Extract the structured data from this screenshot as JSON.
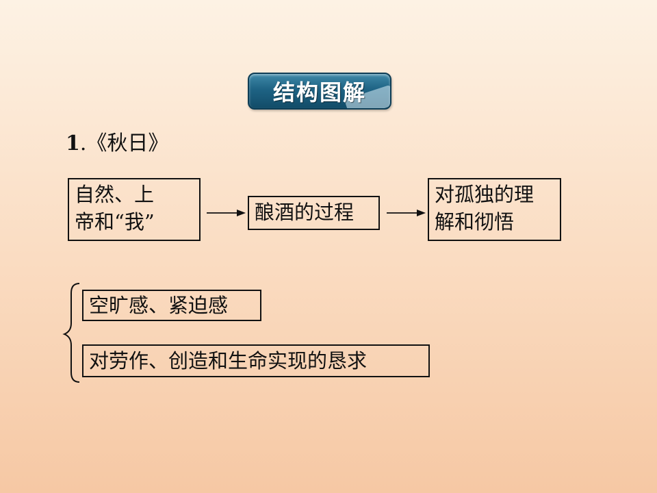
{
  "header": {
    "badge_text": "结构图解"
  },
  "section": {
    "number": "1",
    "separator": ".",
    "title": "《秋日》"
  },
  "flow": {
    "box_a": {
      "line1": "自然、上",
      "line2": "帝和“我”"
    },
    "box_b": {
      "text": "酿酒的过程"
    },
    "box_c": {
      "line1": "对孤独的理",
      "line2": "解和彻悟"
    }
  },
  "brace_group": {
    "item1": "空旷感、紧迫感",
    "item2": "对劳作、创造和生命实现的恳求"
  },
  "colors": {
    "badge_top": "#3f89a8",
    "badge_bottom": "#124c68",
    "line": "#111111"
  }
}
